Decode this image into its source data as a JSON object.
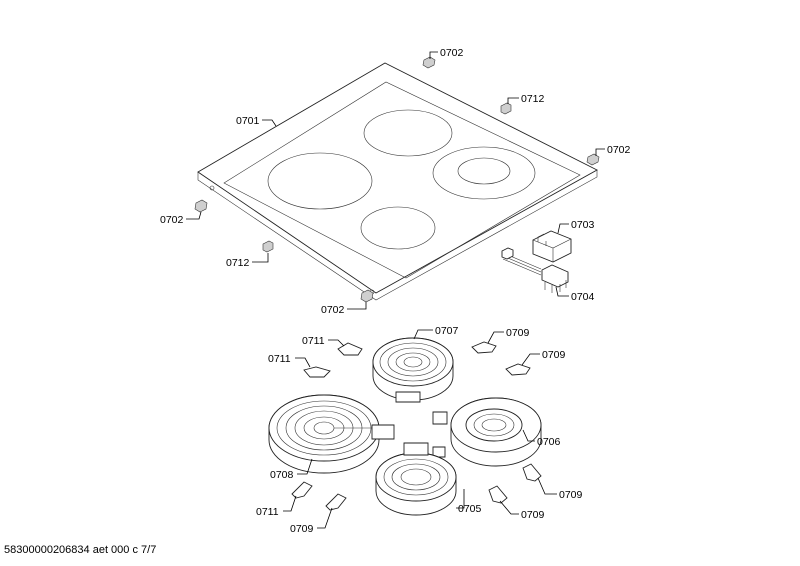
{
  "labels": {
    "l0702a": "0702",
    "l0712a": "0712",
    "l0702b": "0702",
    "l0701": "0701",
    "l0702c": "0702",
    "l0712b": "0712",
    "l0703": "0703",
    "l0704": "0704",
    "l0702d": "0702",
    "l0711a": "0711",
    "l0707": "0707",
    "l0709a": "0709",
    "l0711b": "0711",
    "l0709b": "0709",
    "l0706": "0706",
    "l0708": "0708",
    "l0709c": "0709",
    "l0711c": "0711",
    "l0709d": "0709",
    "l0705": "0705",
    "l0709e": "0709"
  },
  "footer": "58300000206834 aet 000 c 7/7"
}
